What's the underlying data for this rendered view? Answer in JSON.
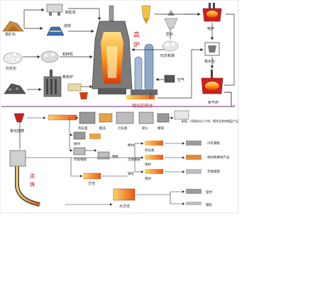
{
  "labels": {
    "iron_ore": "铁矿石",
    "sinter_machine": "制粒机",
    "sintering": "烧结",
    "limestone": "石灰石",
    "crusher": "粉碎机",
    "coking_furnace": "焦炭炉",
    "blast_furnace_a": "高",
    "blast_furnace_b": "炉",
    "molten_iron": "熔化的铁水",
    "lime_coal": "石灰和煤",
    "raw_materials": "原料",
    "air": "空气",
    "electric_furnace": "电炉",
    "hot_metal_ladle": "铁水包",
    "converter": "氧气炉",
    "slab_mill": "板坯连铸",
    "hot_rolling": "热轧板",
    "pickling": "酸洗",
    "cold_rolling": "冷轧板",
    "annealing": "退火",
    "galvanizing": "镀锌",
    "cut_plates": "板板、切割或长尺寸材、镀锌及其他镀层产品",
    "thin_plate": "板材",
    "welded_pipe": "焊接钢管",
    "plate_mill": "热轧板",
    "cut_sheets": "冷轧钢板",
    "seamless": "无缝钢管",
    "rod": "线材",
    "bar": "棒材",
    "pipe_rolling": "管材",
    "rod_products": "线材和棒材产品",
    "seamless_pipe": "无缝钢管",
    "continuous_cast_a": "连",
    "continuous_cast_b": "铸",
    "billet": "方坯",
    "bloom": "大方坯",
    "shapes": "型材",
    "rails": "钢轨",
    "slab_label": "钢坯",
    "plate_label": "钢板"
  },
  "colors": {
    "line": "#2a2a2a",
    "accent_red": "#cc1f1f",
    "flame": "#f2a000",
    "steel": "#8a8a8a"
  }
}
